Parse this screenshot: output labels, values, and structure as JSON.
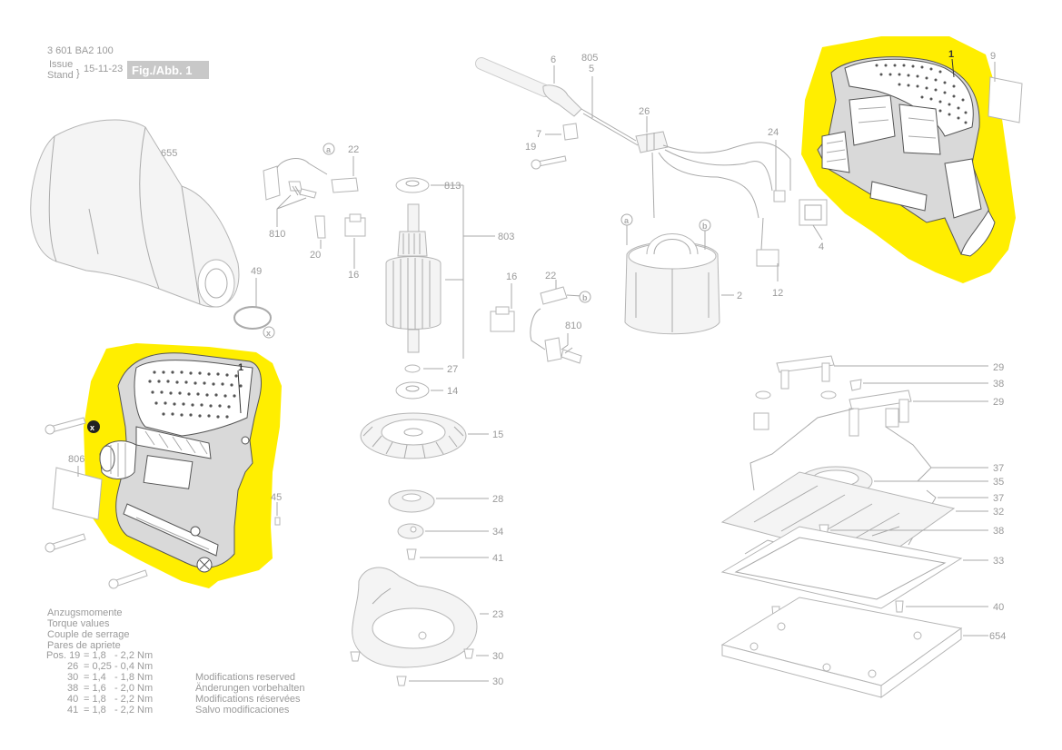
{
  "header": {
    "doc_number": "3 601 BA2 100",
    "issue_label": "Issue",
    "stand_label": "Stand",
    "date": "15-11-23",
    "fig_label": "Fig./Abb. 1"
  },
  "colors": {
    "highlight": "#ffee00",
    "line": "#aaaaaa",
    "text": "#9a9a9a",
    "fig_box": "#c8c8c8"
  },
  "markers": {
    "a": "a",
    "b": "b",
    "x": "x"
  },
  "part_labels": {
    "p1": "1",
    "p1b": "1",
    "p2": "2",
    "p4": "4",
    "p5": "5",
    "p6": "6",
    "p7": "7",
    "p9": "9",
    "p12": "12",
    "p14": "14",
    "p15": "15",
    "p16": "16",
    "p16b": "16",
    "p19": "19",
    "p20": "20",
    "p22": "22",
    "p22b": "22",
    "p23": "23",
    "p24": "24",
    "p26": "26",
    "p27": "27",
    "p28": "28",
    "p29": "29",
    "p29b": "29",
    "p30": "30",
    "p30b": "30",
    "p32": "32",
    "p33": "33",
    "p34": "34",
    "p35": "35",
    "p37": "37",
    "p37b": "37",
    "p38": "38",
    "p38b": "38",
    "p40": "40",
    "p41": "41",
    "p45": "45",
    "p49": "49",
    "p654": "654",
    "p655": "655",
    "p803": "803",
    "p805": "805",
    "p806": "806",
    "p810": "810",
    "p810b": "810",
    "p813": "813"
  },
  "torque": {
    "headings": [
      "Anzugsmomente",
      "Torque values",
      "Couple de serrage",
      "Pares de apriete"
    ],
    "rows": [
      {
        "pos": "Pos. 19",
        "value": "= 1,8   - 2,2 Nm"
      },
      {
        "pos": "26",
        "value": "= 0,25 - 0,4 Nm"
      },
      {
        "pos": "30",
        "value": "= 1,4   - 1,8 Nm"
      },
      {
        "pos": "38",
        "value": "= 1,6   - 2,0 Nm"
      },
      {
        "pos": "40",
        "value": "= 1,8   - 2,2 Nm"
      },
      {
        "pos": "41",
        "value": "= 1,8   - 2,2 Nm"
      }
    ]
  },
  "modifications": [
    "Modifications reserved",
    "Änderungen vorbehalten",
    "Modifications réservées",
    "Salvo modificaciones"
  ]
}
